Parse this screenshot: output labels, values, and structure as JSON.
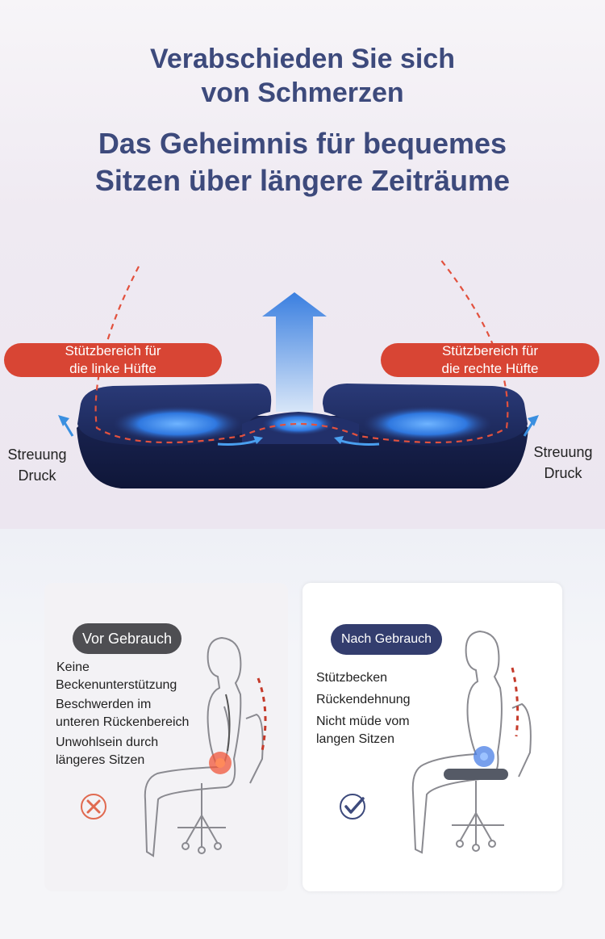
{
  "header": {
    "line1": "Verabschieden Sie sich",
    "line2": "von Schmerzen",
    "line3": "Das Geheimnis für bequemes",
    "line4": "Sitzen über längere Zeiträume"
  },
  "cushion": {
    "left_label_line1": "Stützbereich für",
    "left_label_line2": "die linke Hüfte",
    "right_label_line1": "Stützbereich für",
    "right_label_line2": "die rechte Hüfte",
    "left_side_line1": "Streuung",
    "left_side_line2": "Druck",
    "right_side_line1": "Streuung",
    "right_side_line2": "Druck"
  },
  "comparison": {
    "before": {
      "tag": "Vor Gebrauch",
      "b1": "Keine",
      "b2": "Beckenunterstützung",
      "b3": "Beschwerden im",
      "b4": "unteren Rückenbereich",
      "b5": "Unwohlsein durch",
      "b6": "längeres Sitzen",
      "icon": "cross-icon"
    },
    "after": {
      "tag": "Nach Gebrauch",
      "b1": "Stützbecken",
      "b2": "Rückendehnung",
      "b3": "Nicht müde vom",
      "b4": "langen Sitzen",
      "icon": "check-icon"
    }
  },
  "colors": {
    "heading": "#3d4a7c",
    "pill": "#d84534",
    "cushion": "#1c2a5c",
    "tag_before": "#4e4e52",
    "tag_after": "#333d6e"
  }
}
